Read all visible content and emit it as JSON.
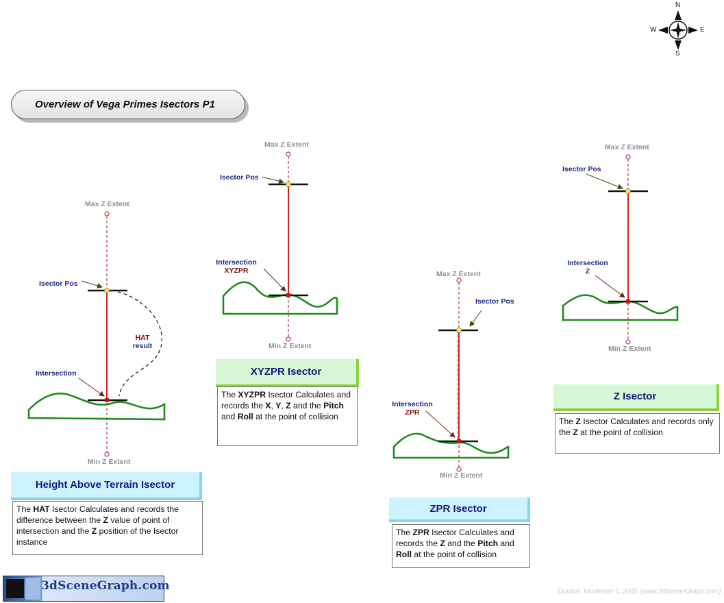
{
  "title": "Overview of Vega Primes Isectors P1",
  "compass": {
    "n": "N",
    "s": "S",
    "e": "E",
    "w": "W"
  },
  "common": {
    "max_z": "Max Z Extent",
    "min_z": "Min Z Extent",
    "isector_pos": "Isector Pos"
  },
  "hat": {
    "intersection": "Intersection",
    "result_1": "HAT",
    "result_2": "result",
    "header": "Height Above Terrain Isector",
    "desc": [
      {
        "t": "The "
      },
      {
        "b": "HAT"
      },
      {
        "t": " Isector Calculates and records  the difference between the "
      },
      {
        "b": "Z"
      },
      {
        "t": " value of point of intersection and the "
      },
      {
        "b": "Z"
      },
      {
        "t": " position of the Isector instance"
      }
    ]
  },
  "xyzpr": {
    "intersection_1": "Intersection",
    "intersection_2": "XYZPR",
    "header": "XYZPR  Isector",
    "desc": [
      {
        "t": "The "
      },
      {
        "b": "XYZPR"
      },
      {
        "t": " Isector Calculates and records the "
      },
      {
        "b": "X"
      },
      {
        "t": ", "
      },
      {
        "b": "Y"
      },
      {
        "t": ", "
      },
      {
        "b": "Z"
      },
      {
        "t": " and the "
      },
      {
        "b": "Pitch"
      },
      {
        "t": " and "
      },
      {
        "b": "Roll"
      },
      {
        "t": " at the point of collision"
      }
    ]
  },
  "zpr": {
    "intersection_1": "Intersection",
    "intersection_2": "ZPR",
    "header": "ZPR  Isector",
    "desc": [
      {
        "t": "The "
      },
      {
        "b": "ZPR"
      },
      {
        "t": " Isector Calculates and records the "
      },
      {
        "b": "Z"
      },
      {
        "t": " and the "
      },
      {
        "b": "Pitch"
      },
      {
        "t": " and "
      },
      {
        "b": "Roll"
      },
      {
        "t": " at the point of collision"
      }
    ]
  },
  "z": {
    "intersection_1": "Intersection",
    "intersection_2": "Z",
    "header": "Z  Isector",
    "desc": [
      {
        "t": "The "
      },
      {
        "b": "Z"
      },
      {
        "t": "  Isector Calculates and records only the  "
      },
      {
        "b": "Z"
      },
      {
        "t": "  at the point of collision"
      }
    ]
  },
  "logo_text": "3dSceneGraph.com",
  "credit": "Gordon Tomlinson © 2005 (www.3dSceneGraph.com)",
  "colors": {
    "terrain": "#1f8a1f",
    "ray": "#d42020",
    "dashed": "#b03a3a",
    "isector_dot": "#ffee33",
    "hit_dot": "#d41111",
    "navy": "#1a2680",
    "maroon": "#7a0d0d"
  }
}
